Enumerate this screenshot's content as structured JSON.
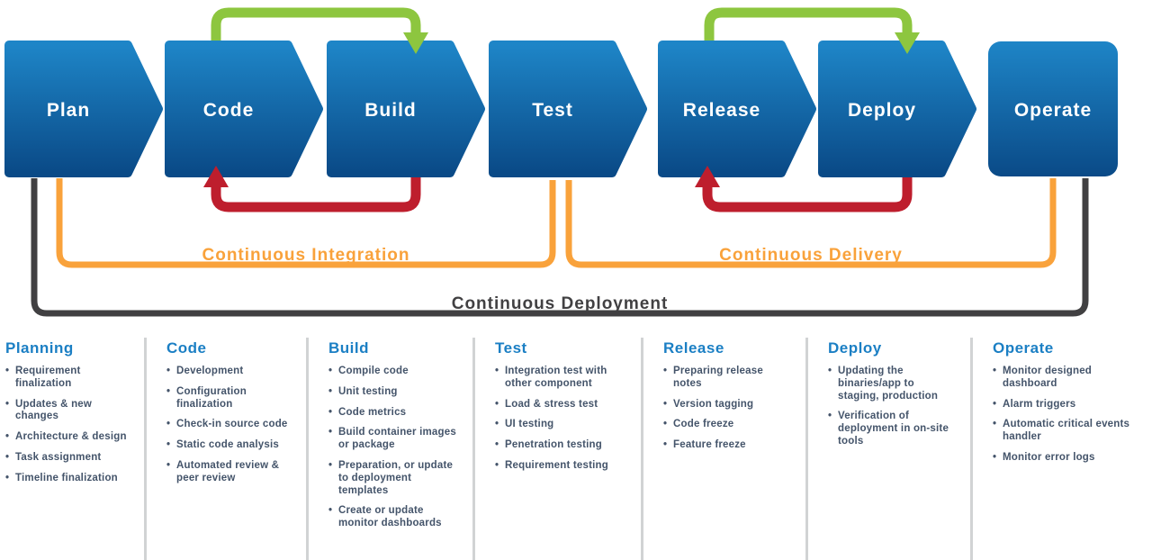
{
  "colors": {
    "stage_top": "#1e85c7",
    "stage_bottom": "#0a4a87",
    "green": "#8dc63f",
    "red": "#be1e2d",
    "orange": "#f9a23b",
    "dark": "#414042",
    "header_blue": "#1b7fc4",
    "body_text": "#44546a",
    "divider": "#d1d3d4"
  },
  "pipeline": {
    "stages": [
      {
        "label": "Plan"
      },
      {
        "label": "Code"
      },
      {
        "label": "Build"
      },
      {
        "label": "Test"
      },
      {
        "label": "Release"
      },
      {
        "label": "Deploy"
      },
      {
        "label": "Operate"
      }
    ],
    "labels": {
      "ci": "Continuous Integration",
      "cd": "Continuous Delivery",
      "deployment": "Continuous Deployment"
    }
  },
  "columns": [
    {
      "title": "Planning",
      "items": [
        "Requirement finalization",
        "Updates & new changes",
        "Architecture & design",
        "Task assignment",
        "Timeline finalization"
      ]
    },
    {
      "title": "Code",
      "items": [
        "Development",
        "Configuration finalization",
        "Check-in source code",
        "Static code analysis",
        "Automated review & peer review"
      ]
    },
    {
      "title": "Build",
      "items": [
        "Compile code",
        "Unit testing",
        "Code metrics",
        "Build container images or package",
        "Preparation, or update to deployment templates",
        "Create or update monitor dashboards"
      ]
    },
    {
      "title": "Test",
      "items": [
        "Integration test with other component",
        "Load & stress test",
        "UI testing",
        "Penetration testing",
        "Requirement testing"
      ]
    },
    {
      "title": "Release",
      "items": [
        "Preparing release notes",
        "Version tagging",
        "Code freeze",
        "Feature freeze"
      ]
    },
    {
      "title": "Deploy",
      "items": [
        "Updating the binaries/app to staging, production",
        "Verification of deployment in on-site tools"
      ]
    },
    {
      "title": "Operate",
      "items": [
        "Monitor designed dashboard",
        "Alarm triggers",
        "Automatic critical events handler",
        "Monitor error logs"
      ]
    }
  ]
}
